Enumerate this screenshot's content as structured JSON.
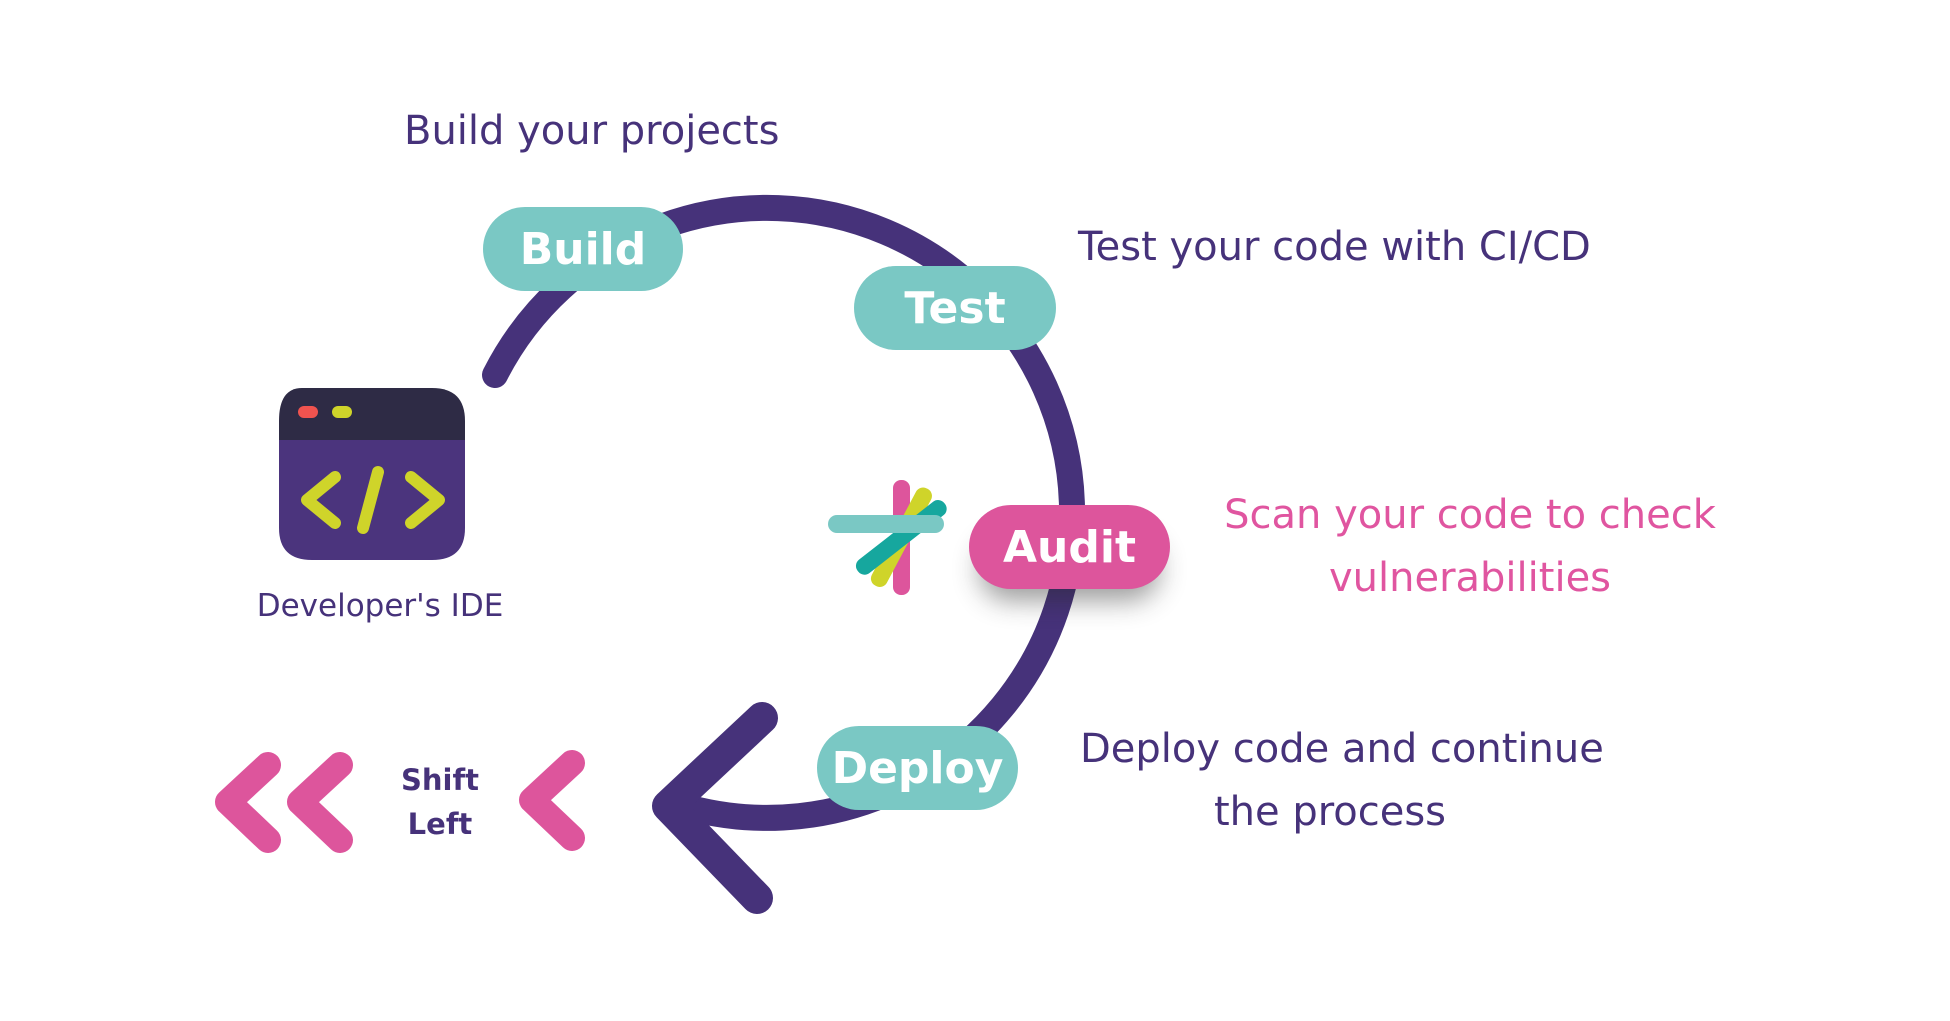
{
  "colors": {
    "arc": "#46327a",
    "teal": "#7ac8c4",
    "pink": "#dd559c",
    "lime": "#cfd42a",
    "ide_header": "#2e2b45",
    "ide_body": "#4b347d",
    "dot_red": "#f0534f",
    "dot_yellow": "#cfd42a"
  },
  "stages": {
    "build": "Build",
    "test": "Test",
    "audit": "Audit",
    "deploy": "Deploy"
  },
  "descriptions": {
    "build": "Build your projects",
    "test": "Test your code with CI/CD",
    "audit_line1": "Scan your code to check",
    "audit_line2": "vulnerabilities",
    "deploy_line1": "Deploy code and continue",
    "deploy_line2": "the process"
  },
  "ide": {
    "label": "Developer's IDE",
    "code_glyph": "</>"
  },
  "shift_left": {
    "line1": "Shift",
    "line2": "Left"
  },
  "icons": {
    "ide": "code-window-icon",
    "scanner": "scanner-logo-icon",
    "shift": "double-chevron-left-icon"
  }
}
